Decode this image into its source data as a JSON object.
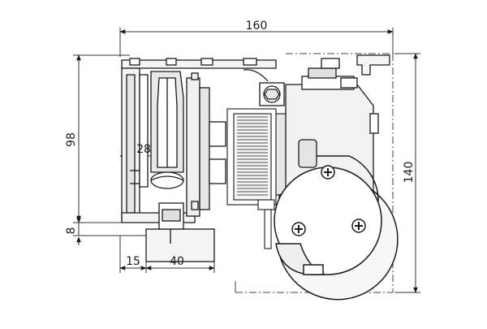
{
  "dimensions": {
    "overall_width": "160",
    "overall_height": "140",
    "frame_height": "98",
    "base_thickness": "8",
    "wheel_offset": "28",
    "base_margin": "15",
    "base_width": "40"
  },
  "colors": {
    "line": "#1a1a1a",
    "dim": "#333333",
    "shade": "#d9d9d9",
    "light": "#efefef"
  }
}
